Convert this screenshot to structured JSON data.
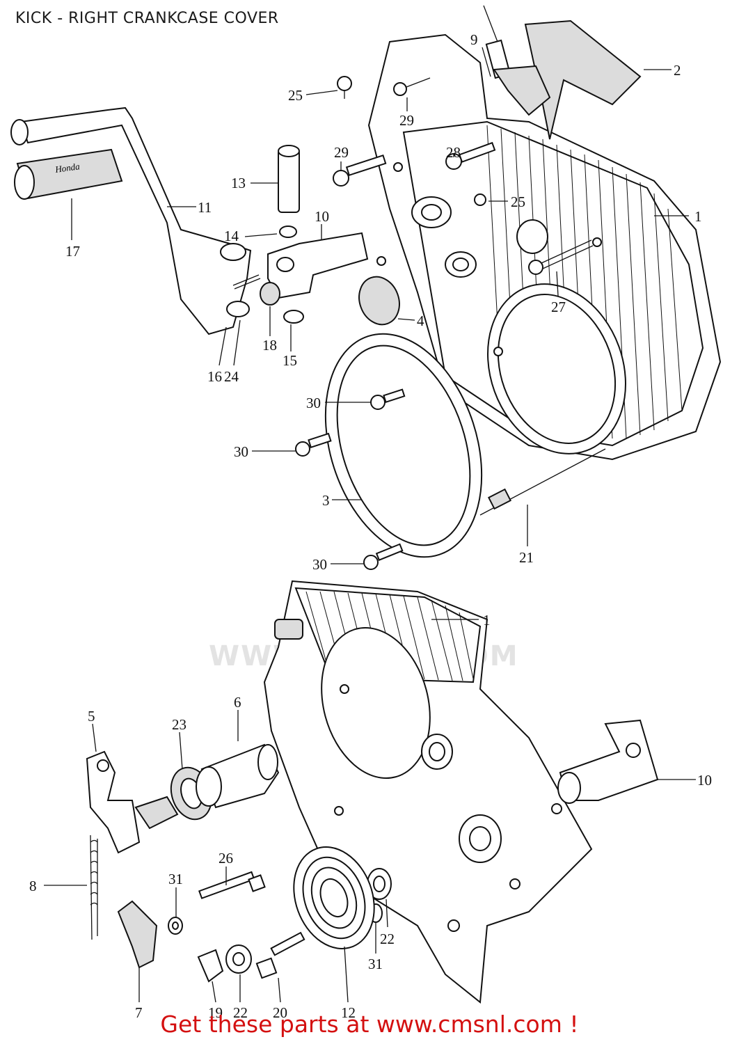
{
  "title": "KICK - RIGHT CRANKCASE COVER",
  "footer": "Get these parts at www.cmsnl.com !",
  "watermark": "WWW.CMSNL.COM",
  "callouts": {
    "c1a": "1",
    "c1b": "1",
    "c2": "2",
    "c3": "3",
    "c4": "4",
    "c5": "5",
    "c6": "6",
    "c7": "7",
    "c8": "8",
    "c9": "9",
    "c10a": "10",
    "c10b": "10",
    "c11": "11",
    "c12": "12",
    "c13": "13",
    "c14": "14",
    "c15": "15",
    "c16": "16",
    "c17": "17",
    "c18": "18",
    "c19": "19",
    "c20": "20",
    "c21": "21",
    "c22a": "22",
    "c22b": "22",
    "c23": "23",
    "c24": "24",
    "c25a": "25",
    "c25b": "25",
    "c26": "26",
    "c27": "27",
    "c28": "28",
    "c29a": "29",
    "c29b": "29",
    "c30a": "30",
    "c30b": "30",
    "c30c": "30",
    "c31a": "31",
    "c31b": "31"
  },
  "pedal_text": "Honda"
}
